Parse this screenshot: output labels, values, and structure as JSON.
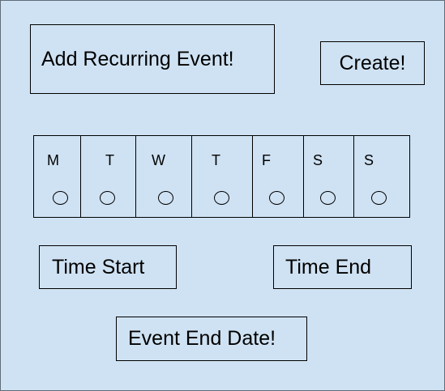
{
  "title": "Add Recurring Event!",
  "create_label": "Create!",
  "weekdays": [
    {
      "letter": "M",
      "selected": false
    },
    {
      "letter": "T",
      "selected": false
    },
    {
      "letter": "W",
      "selected": false
    },
    {
      "letter": "T",
      "selected": false
    },
    {
      "letter": "F",
      "selected": false
    },
    {
      "letter": "S",
      "selected": false
    },
    {
      "letter": "S",
      "selected": false
    }
  ],
  "time_start_label": "Time Start",
  "time_end_label": "Time End",
  "end_date_label": "Event End Date!",
  "colors": {
    "background": "#cfe2f3",
    "border": "#000000",
    "frame": "#5f6b78"
  }
}
